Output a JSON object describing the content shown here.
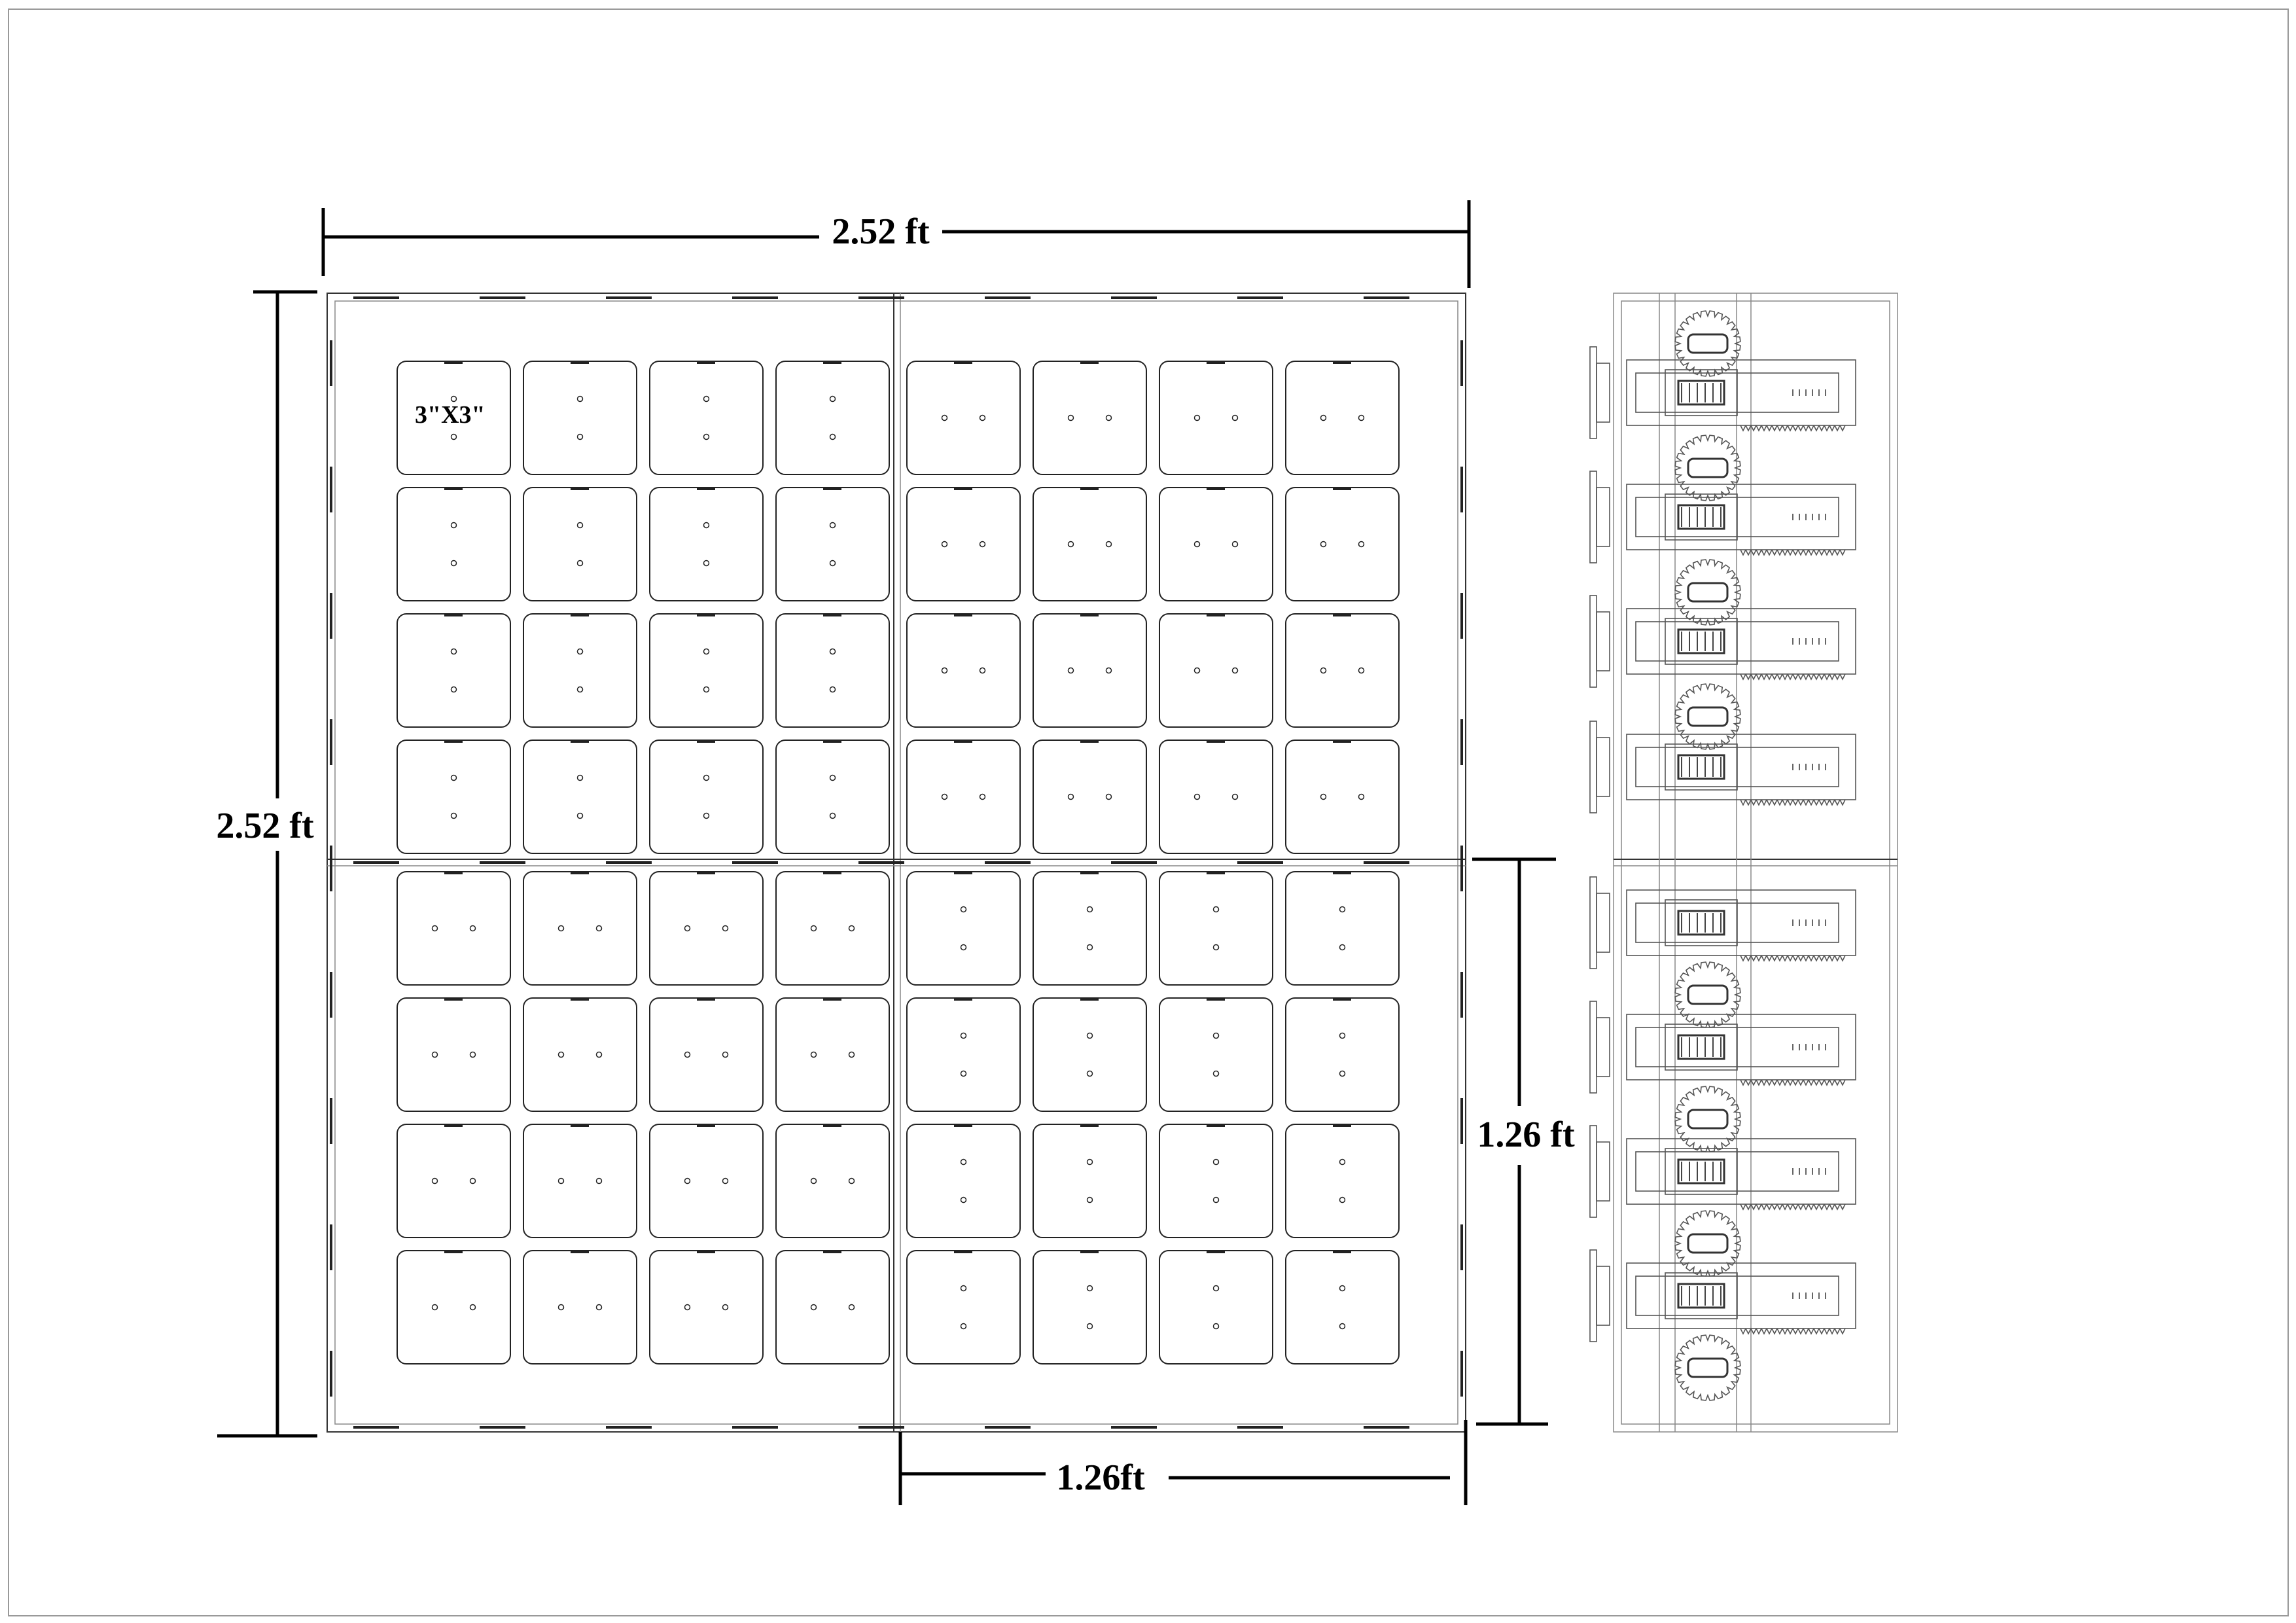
{
  "dimensions": {
    "overall_width": "2.52 ft",
    "overall_height": "2.52 ft",
    "module_width": "1.26ft",
    "module_height": "1.26 ft"
  },
  "tile_label": "3\"X3\"",
  "grid": {
    "modules": 4,
    "tiles_per_module": 16,
    "module_hole_orientation": [
      "vertical",
      "horizontal",
      "horizontal",
      "vertical"
    ]
  }
}
